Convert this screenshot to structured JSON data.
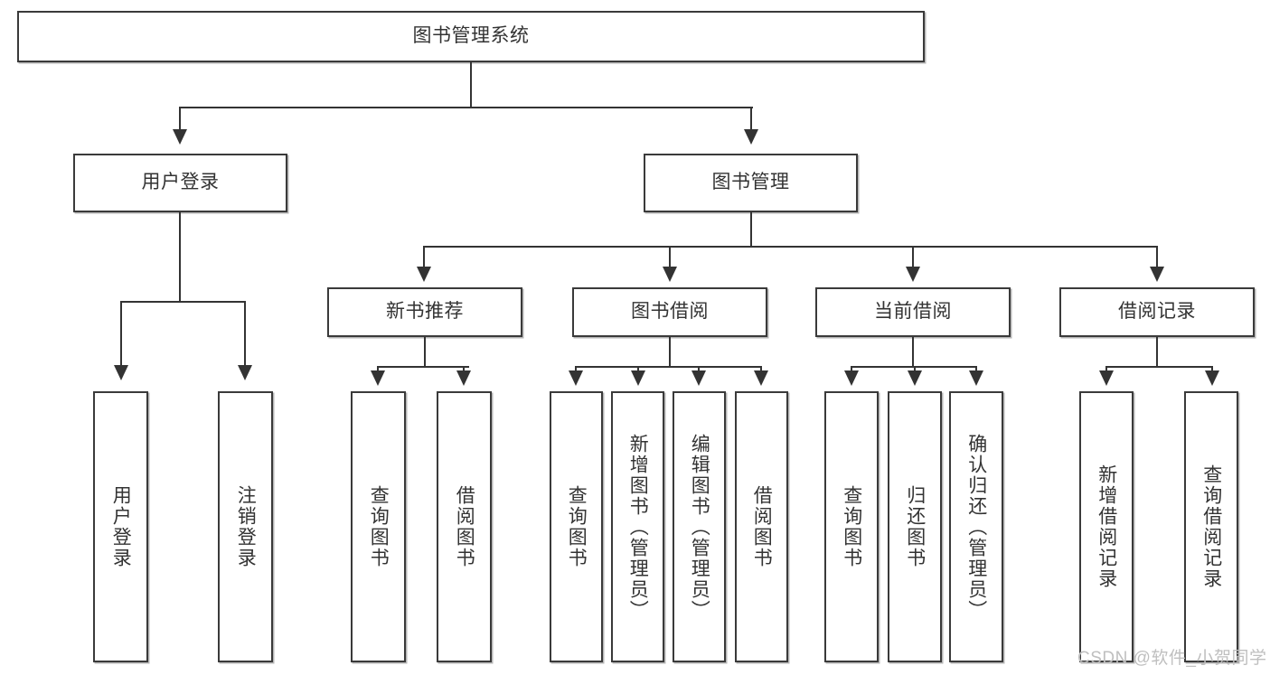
{
  "diagram": {
    "title": "图书管理系统",
    "type": "tree-hierarchy",
    "colors": {
      "box_border": "#3a3a3a",
      "box_fill": "#ffffff",
      "connector": "#333333",
      "text": "#333333",
      "watermark": "#bfbfbf",
      "background": "#ffffff"
    }
  },
  "root": {
    "label": "图书管理系统"
  },
  "level2": [
    {
      "label": "用户登录"
    },
    {
      "label": "图书管理"
    }
  ],
  "level3": [
    {
      "label": "新书推荐"
    },
    {
      "label": "图书借阅"
    },
    {
      "label": "当前借阅"
    },
    {
      "label": "借阅记录"
    }
  ],
  "leaves": {
    "user_login": [
      {
        "label": "用户登录"
      },
      {
        "label": "注销登录"
      }
    ],
    "new_book_recommend": [
      {
        "label": "查询图书"
      },
      {
        "label": "借阅图书"
      }
    ],
    "book_borrow": [
      {
        "label": "查询图书"
      },
      {
        "label": "新增图书（管理员）"
      },
      {
        "label": "编辑图书（管理员）"
      },
      {
        "label": "借阅图书"
      }
    ],
    "current_borrow": [
      {
        "label": "查询图书"
      },
      {
        "label": "归还图书"
      },
      {
        "label": "确认归还（管理员）"
      }
    ],
    "borrow_record": [
      {
        "label": "新增借阅记录"
      },
      {
        "label": "查询借阅记录"
      }
    ]
  },
  "watermark": {
    "text": "CSDN @软件_小贺同学"
  }
}
